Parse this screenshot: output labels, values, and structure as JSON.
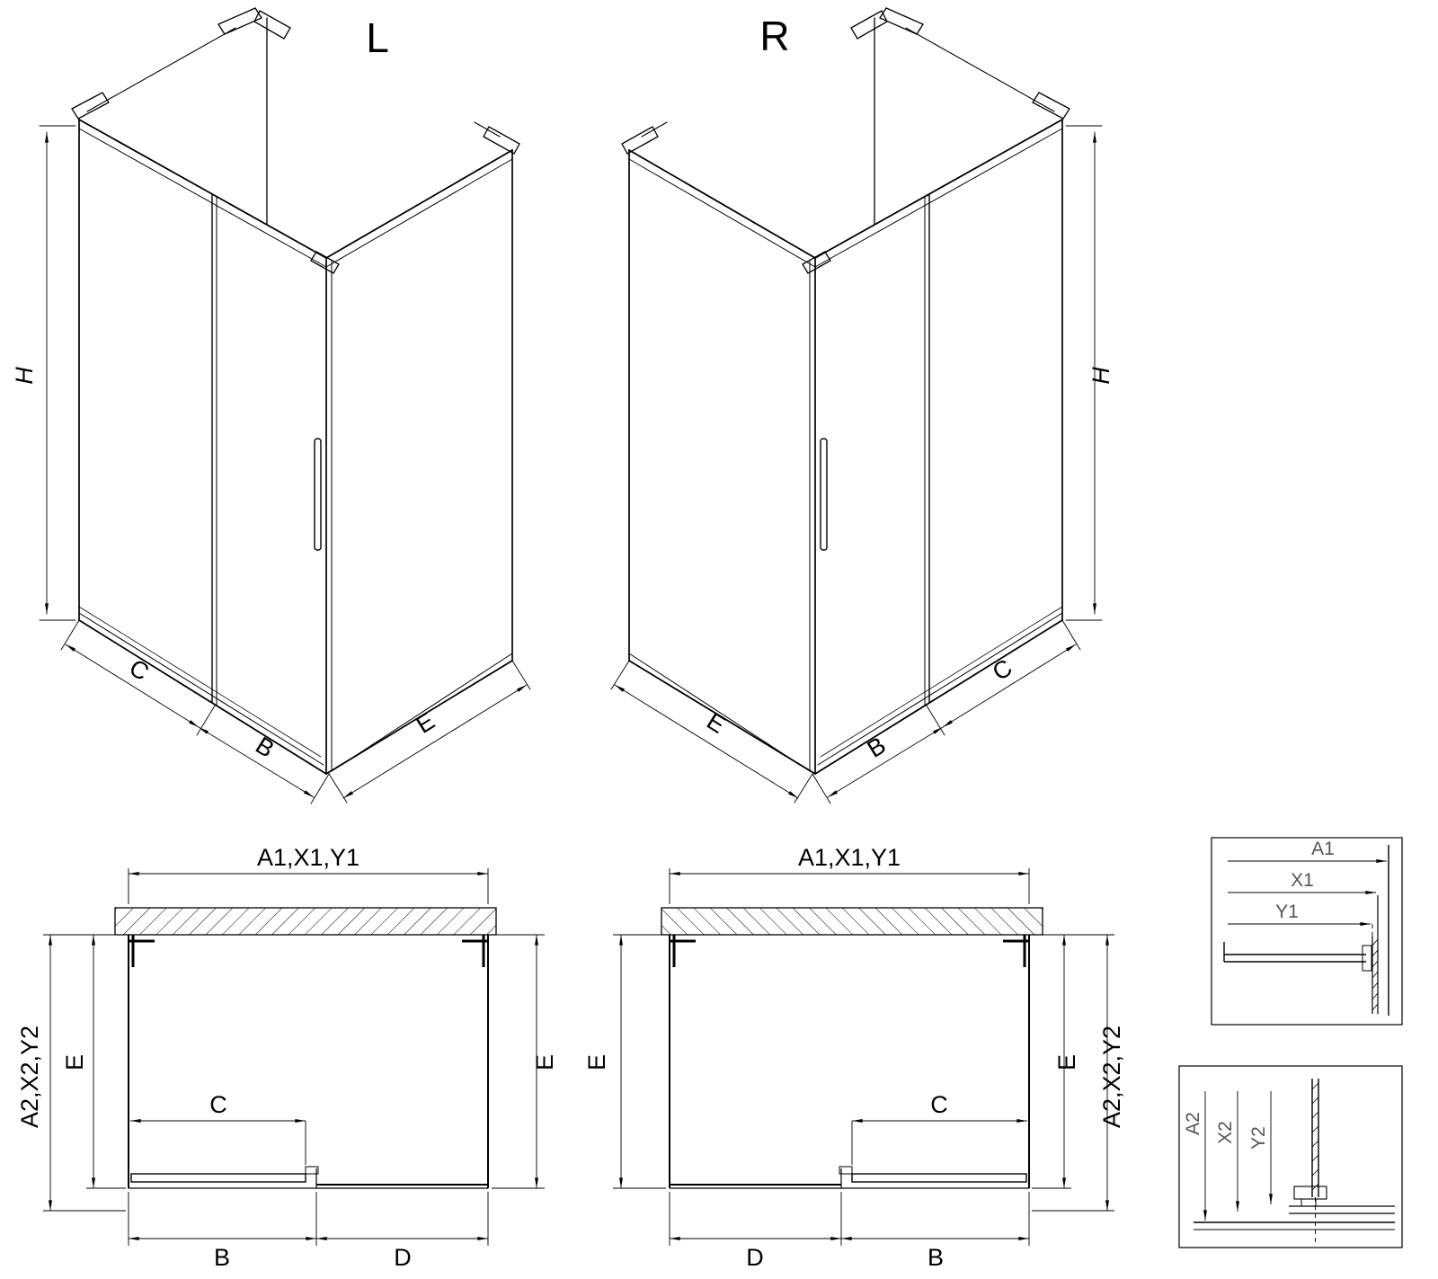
{
  "drawing": {
    "iso_left": {
      "label": "L",
      "dim_h": "H",
      "dim_c": "C",
      "dim_b": "B",
      "dim_e": "E"
    },
    "iso_right": {
      "label": "R",
      "dim_h": "H",
      "dim_c": "C",
      "dim_b": "B",
      "dim_e": "E"
    },
    "plan_left": {
      "dim_top": "A1,X1,Y1",
      "dim_left_outer": "A2,X2,Y2",
      "dim_left": "E",
      "dim_right": "E",
      "dim_c": "C",
      "dim_b": "B",
      "dim_d": "D"
    },
    "plan_right": {
      "dim_top": "A1,X1,Y1",
      "dim_right_outer": "A2,X2,Y2",
      "dim_left": "E",
      "dim_right": "E",
      "dim_c": "C",
      "dim_b": "B",
      "dim_d": "D"
    },
    "detail_top": {
      "dim_a1": "A1",
      "dim_x1": "X1",
      "dim_y1": "Y1"
    },
    "detail_bottom": {
      "dim_a2": "A2",
      "dim_x2": "X2",
      "dim_y2": "Y2"
    }
  },
  "colors": {
    "line": "#000000",
    "background": "#ffffff"
  }
}
